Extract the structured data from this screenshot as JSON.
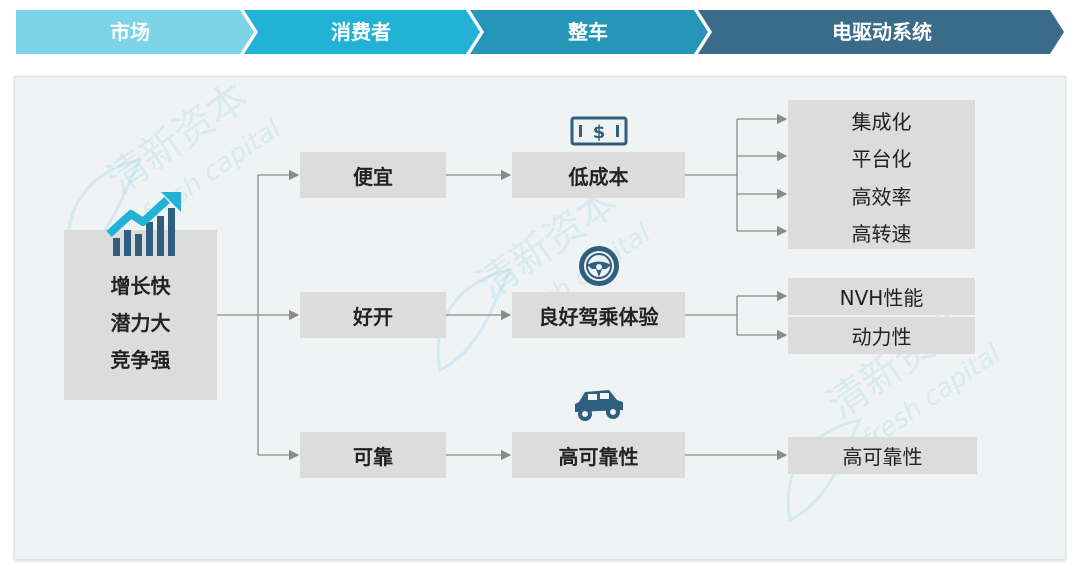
{
  "header": {
    "steps": [
      {
        "label": "市场"
      },
      {
        "label": "消费者"
      },
      {
        "label": "整车"
      },
      {
        "label": "电驱动系统"
      }
    ]
  },
  "market": {
    "lines": [
      "增长快",
      "潜力大",
      "竞争强"
    ]
  },
  "consumer": {
    "needs": [
      "便宜",
      "好开",
      "可靠"
    ]
  },
  "vehicle": {
    "attributes": [
      "低成本",
      "良好驾乘体验",
      "高可靠性"
    ]
  },
  "drive_system": {
    "group1": [
      "集成化",
      "平台化",
      "高效率",
      "高转速"
    ],
    "group2": [
      "NVH性能",
      "动力性"
    ],
    "group3": [
      "高可靠性"
    ]
  },
  "watermark": {
    "cn": "清新资本",
    "en": "fresh capital"
  },
  "colors": {
    "step1": "#7dd3e8",
    "step2": "#22b2d6",
    "step3": "#2596b8",
    "step4": "#3a6c8a",
    "box": "#dcdcdc",
    "panel": "#f0f3f4",
    "icon": "#2f5f7e",
    "arrow": "#8a8a8a"
  },
  "icons": [
    "rising-chart-icon",
    "dollar-bill-icon",
    "steering-wheel-icon",
    "offroad-car-icon"
  ]
}
